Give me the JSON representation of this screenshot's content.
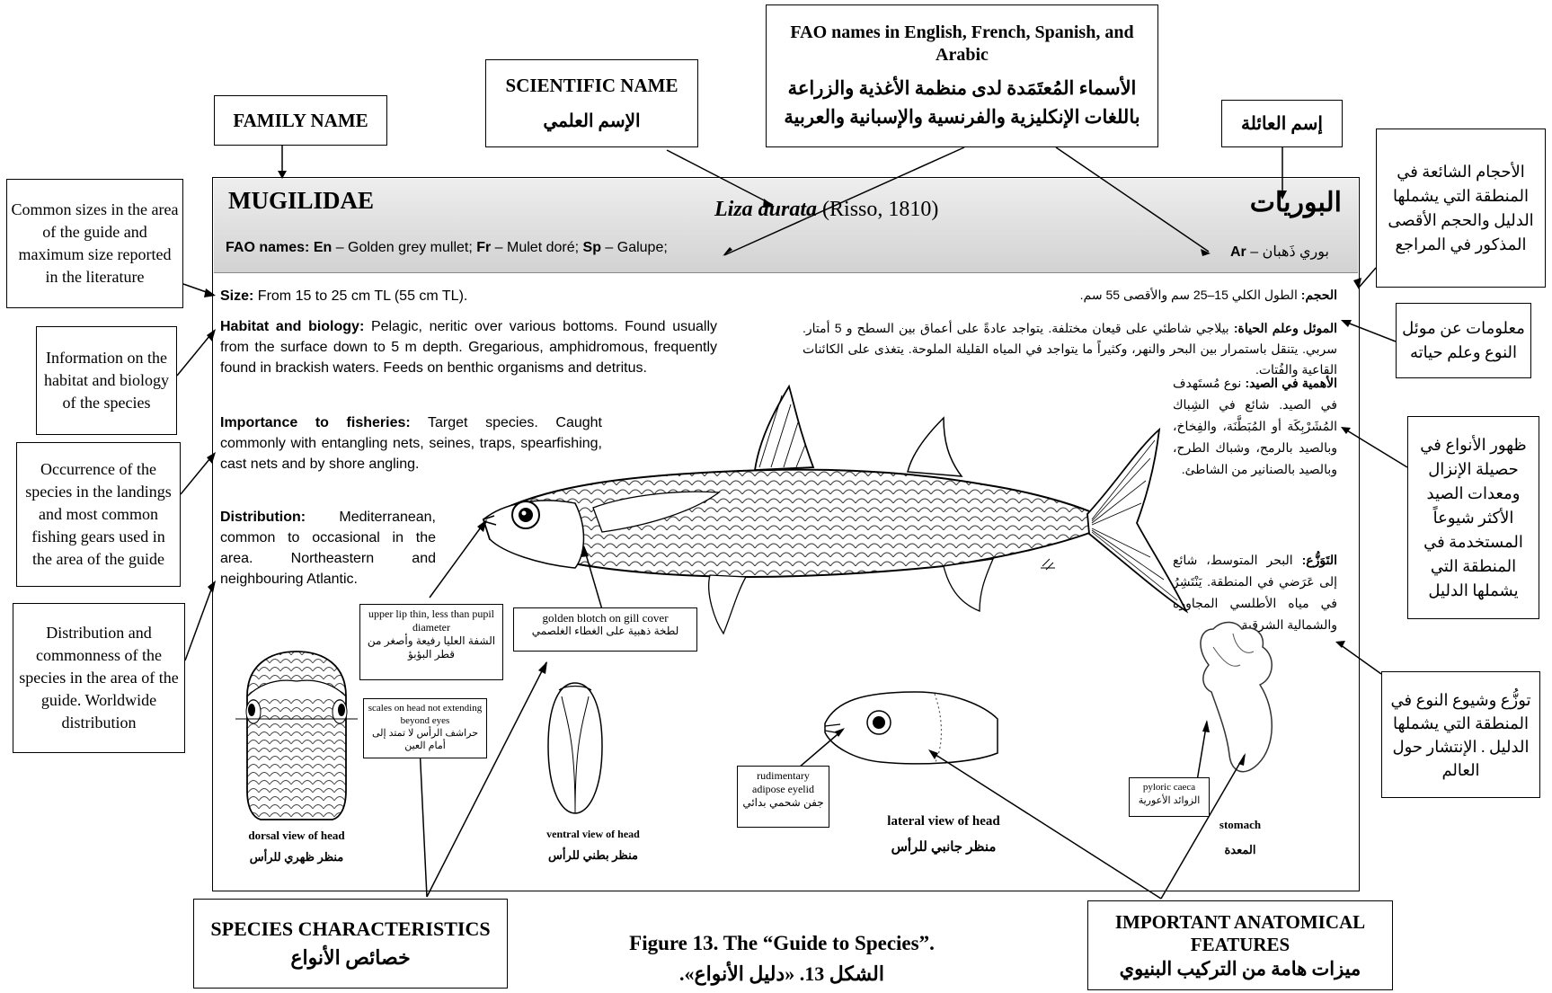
{
  "top_labels": {
    "family_name": "FAMILY NAME",
    "scientific_name_en": "SCIENTIFIC NAME",
    "scientific_name_ar": "الإسم العلمي",
    "fao_names_en": "FAO names in English, French, Spanish, and Arabic",
    "fao_names_ar": "الأسماء المُعتَمَدة لدى منظمة الأغذية والزراعة باللغات الإنكليزية والفرنسية والإسبانية والعربية",
    "family_name_ar": "إسم العائلة"
  },
  "left_callouts": {
    "sizes": "Common sizes in the area of the guide and maximum size reported in the literature",
    "habitat": "Information on the habitat and biology of the species",
    "occurrence": "Occurrence of the species in the landings and most common fishing gears used in the area of the guide",
    "distribution": "Distribution and commonness of the species in the area of the guide. Worldwide distribution"
  },
  "right_callouts": {
    "sizes_ar": "الأحجام الشائعة في المنطقة التي يشملها الدليل والحجم الأقصى المذكور في المراجع",
    "habitat_ar": "معلومات عن موئل النوع وعلم حياته",
    "occurrence_ar": "ظهور الأنواع في حصيلة الإنزال ومعدات الصيد الأكثر شيوعاً المستخدمة في المنطقة التي يشملها الدليل",
    "distribution_ar": "توزُّع وشيوع النوع في المنطقة التي يشملها الدليل . الإنتشار حول العالم"
  },
  "sheet": {
    "family": "MUGILIDAE",
    "species_italic": "Liza aurata",
    "species_author": " (Risso, 1810)",
    "family_ar": "البوريات",
    "fao_names_label": "FAO names: ",
    "fao_en_code": "En",
    "fao_en": " – Golden grey mullet; ",
    "fao_fr_code": "Fr",
    "fao_fr": " – Mulet doré; ",
    "fao_sp_code": "Sp",
    "fao_sp": " – Galupe;",
    "fao_ar_code": "Ar",
    "fao_ar": " – بوري ذَهبان",
    "size_label": "Size:",
    "size_text": " From 15 to 25 cm TL (55 cm TL).",
    "size_ar_label": "الحجم:",
    "size_ar_text": " الطول الكلي 15–25 سم والأقصى 55 سم.",
    "habitat_label": "Habitat and biology:",
    "habitat_text": " Pelagic, neritic over various bottoms. Found usually from the surface down to 5 m depth. Gregarious, amphidromous, frequently found in brackish waters. Feeds on benthic organisms and detritus.",
    "habitat_ar_label": "الموئل وعلم الحياة:",
    "habitat_ar_text": " بيلاجي شاطئي على قيعان مختلفة. يتواجد عادةً على أعماق بين السطح و 5 أمتار. سربي. يتنقل باستمرار بين البحر والنهر، وكثيراً ما يتواجد في المياه القليلة الملوحة. يتغذى على الكائنات القاعية والفُتات.",
    "fisheries_label": "Importance to fisheries:",
    "fisheries_text": " Target species. Caught commonly with entangling nets, seines, traps, spearfishing, cast nets and by shore angling.",
    "fisheries_ar_label": "الأهمية في الصيد:",
    "fisheries_ar_text": " نوع مُستَهدف في الصيد. شائع في الشِباك المُشَرْبِكَة أو المُبَطَّنَة، والفِخاخ، وبالصيد بالرمح، وشباك الطرح، وبالصيد بالصنانير من الشاطئ.",
    "distribution_label": "Distribution:",
    "distribution_text": " Mediterranean, common to occasional in the area. Northeastern and neighbouring Atlantic.",
    "distribution_ar_label": "التَوَزُّع:",
    "distribution_ar_text": " البحر المتوسط، شائع إلى عَرَضي في المنطقة. يَنْتَشِرُ في مياه الأطلسي المجاورة والشمالية الشرقية منه."
  },
  "fish_labels": {
    "upper_lip_en": "upper lip thin, less than pupil diameter",
    "upper_lip_ar": "الشفة العليا رفيعة وأصغر من قطر البؤبؤ",
    "blotch_en": "golden blotch on gill cover",
    "blotch_ar": "لطخة ذهبية على الغطاء الغلصمي",
    "scales_en": "scales on head not extending beyond eyes",
    "scales_ar": "حراشف الرأس لا تمتد إلى أمام العين",
    "adipose_en": "rudimentary adipose eyelid",
    "adipose_ar": "جفن شحمي بدائي",
    "pyloric_en": "pyloric caeca",
    "pyloric_ar": "الزوائد الأعورية",
    "dorsal_en": "dorsal view of head",
    "dorsal_ar": "منظر ظهري للرأس",
    "ventral_en": "ventral view of head",
    "ventral_ar": "منظر بطني للرأس",
    "lateral_en": "lateral view of head",
    "lateral_ar": "منظر جانبي للرأس",
    "stomach_en": "stomach",
    "stomach_ar": "المعدة"
  },
  "bottom": {
    "species_char_en": "SPECIES CHARACTERISTICS",
    "species_char_ar": "خصائص الأنواع",
    "figure_en": "Figure 13.  The “Guide to Species”.",
    "figure_ar": "الشكل 13. «دليل الأنواع».",
    "anat_en": "IMPORTANT ANATOMICAL FEATURES",
    "anat_ar": "ميزات هامة من التركيب البنيوي"
  }
}
